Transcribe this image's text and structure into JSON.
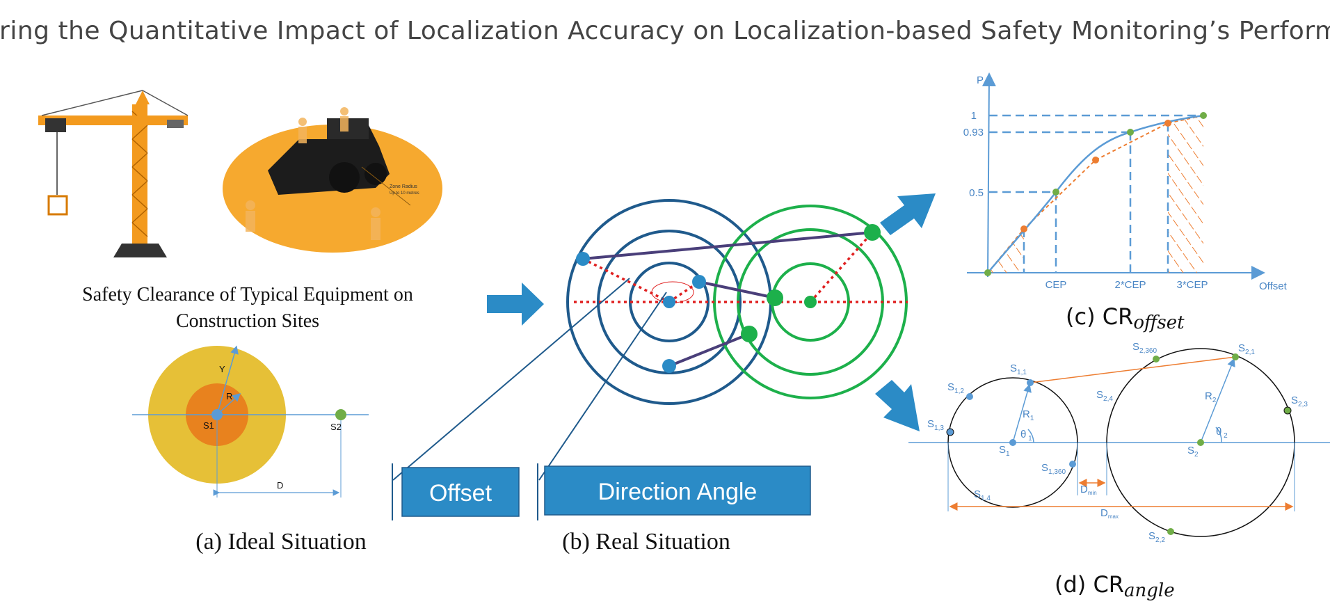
{
  "title": "Exploring the Quantitative Impact of Localization Accuracy on Localization-based Safety Monitoring’s Performance",
  "panel_a": {
    "clearance_caption_line1": "Safety Clearance of Typical Equipment on",
    "clearance_caption_line2": "Construction Sites",
    "zone_text_line1": "Zone Radius",
    "zone_text_line2": "Up to 10 metres",
    "labels": {
      "y": "Y",
      "r": "R",
      "s1": "S1",
      "s2": "S2",
      "d": "D"
    },
    "caption": "(a) Ideal Situation"
  },
  "panel_b": {
    "offset_box": "Offset",
    "angle_box": "Direction Angle",
    "caption": "(b) Real Situation"
  },
  "panel_c": {
    "y_axis_label": "P",
    "x_axis_label": "Offset",
    "y_ticks": [
      "1",
      "0.93",
      "0.5"
    ],
    "x_ticks": [
      "CEP",
      "2*CEP",
      "3*CEP"
    ],
    "caption_prefix": "(c) CR",
    "caption_sub": "offset"
  },
  "panel_d": {
    "labels": {
      "s11": "S",
      "s11_sub": "1,1",
      "s12": "S",
      "s12_sub": "1,2",
      "s13": "S",
      "s13_sub": "1,3",
      "s14": "S",
      "s14_sub": "1,4",
      "s1360": "S",
      "s1360_sub": "1,360",
      "s1": "S",
      "s1_sub": "1",
      "r1": "R",
      "r1_sub": "1",
      "theta1": "θ",
      "theta1_sub": " 1",
      "s2360": "S",
      "s2360_sub": "2,360",
      "s21": "S",
      "s21_sub": "2,1",
      "s22": "S",
      "s22_sub": "2,2",
      "s23": "S",
      "s23_sub": "2,3",
      "s24": "S",
      "s24_sub": "2,4",
      "s2": "S",
      "s2_sub": "2",
      "r2": "R",
      "r2_sub": "2",
      "theta2": "θ",
      "theta2_sub": " 2",
      "dmin": "D",
      "dmin_sub": "min",
      "dmax": "D",
      "dmax_sub": "max"
    },
    "caption_prefix": "(d) CR",
    "caption_sub": "angle"
  },
  "colors": {
    "blue_ring": "#1f5a8c",
    "green_ring": "#1db04b",
    "accent_blue": "#2b8bc6",
    "axis_blue": "#5b9bd5",
    "orange": "#ed7d31",
    "yellow": "#e6c037",
    "point_green": "#70ad47"
  }
}
